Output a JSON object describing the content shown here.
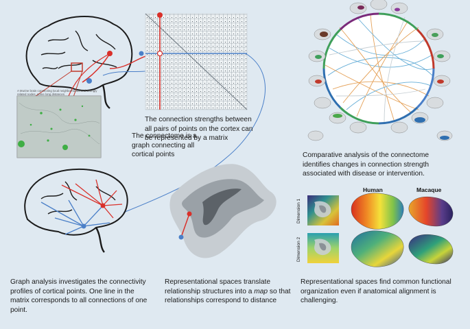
{
  "captions": {
    "connectome": "The connectome is a graph connecting all cortical points",
    "matrix": "The connection strengths between all pairs of points on the cortex can be represented by a matrix",
    "comparative": "Comparative analysis of the connectome identifies changes in connection strength associated with disease or intervention.",
    "graph_analysis": "Graph analysis investigates the connectivity profiles of cortical points. One line in the matrix corresponds to all connections of one point.",
    "representational_pre": "Representational spaces translate relationship structures into a ",
    "representational_map": "map",
    "representational_post": " so that relationships correspond to distance",
    "alignment": "Representational spaces  find common functional organization even if anatomical alignment is challenging."
  },
  "microscopy_note": "A Murine brain connecting local neighborhoods and strongly related nodes, some long distances",
  "species": {
    "human": "Human",
    "macaque": "Macaque"
  },
  "dimensions": {
    "dim1": "Dimension 1",
    "dim2": "Dimension 2"
  },
  "colors": {
    "background": "#dfe9f1",
    "red_node": "#d9302a",
    "blue_node": "#4a7fc8",
    "orange_edge": "#e0903a",
    "teal_edge": "#4a9fd0"
  }
}
